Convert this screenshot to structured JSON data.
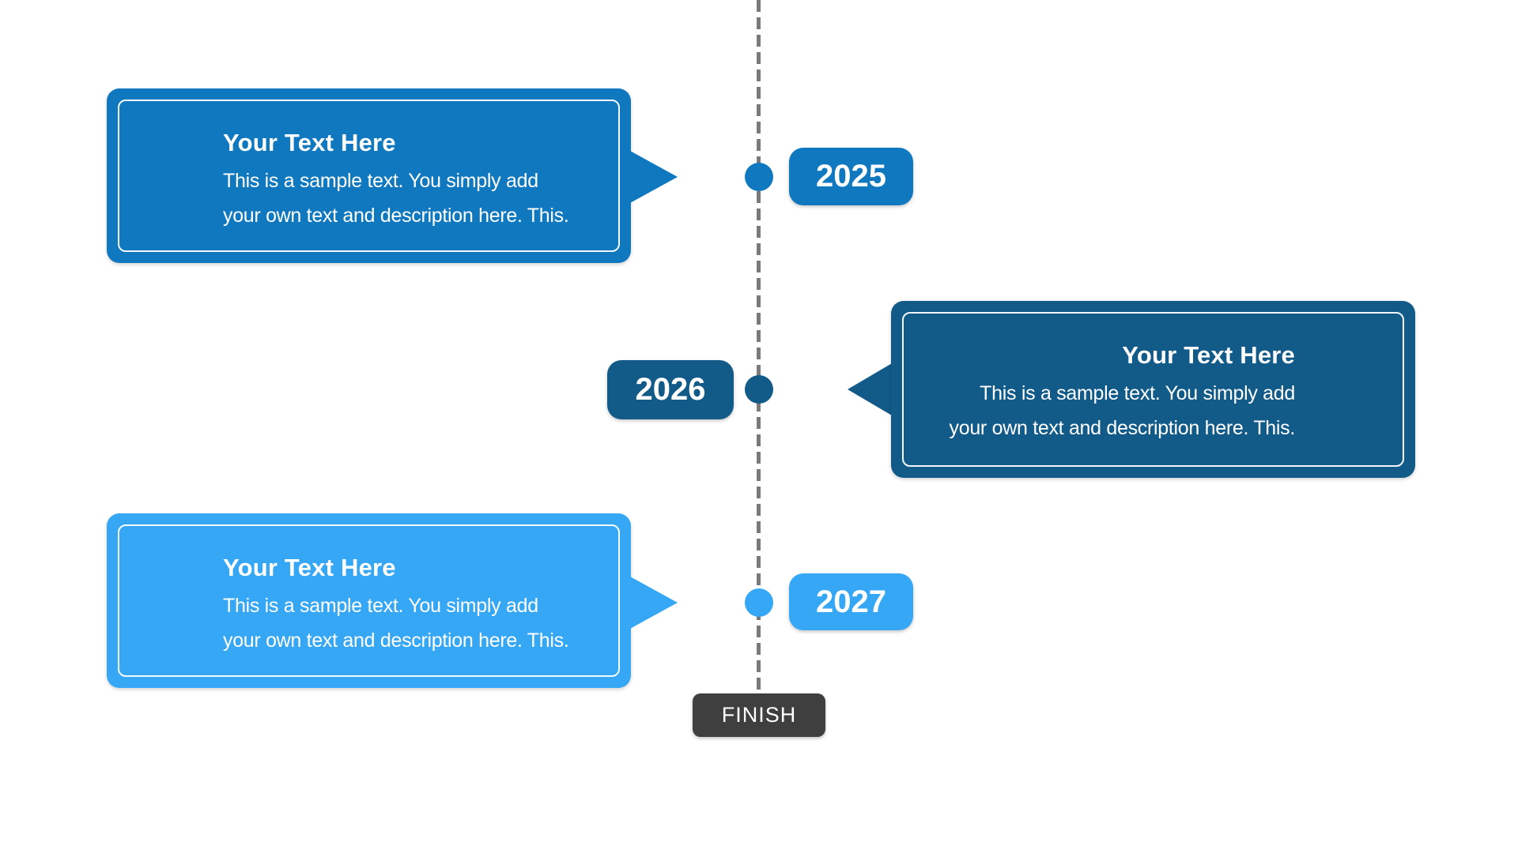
{
  "page": {
    "background_color": "#ffffff",
    "type": "timeline-infographic"
  },
  "timeline": {
    "line_color": "#7a7a7a",
    "finish": {
      "label": "FINISH",
      "color": "#3f3f3f"
    }
  },
  "entries": [
    {
      "year": "2025",
      "color": "#0f78be",
      "side": "left",
      "title": "Your Text Here",
      "body_line1": "This is a sample text. You simply add",
      "body_line2": "your own text and description here. This."
    },
    {
      "year": "2026",
      "color": "#125b89",
      "side": "right",
      "title": "Your Text Here",
      "body_line1": "This is a sample text. You simply add",
      "body_line2": "your own text and description here. This."
    },
    {
      "year": "2027",
      "color": "#36a7f5",
      "side": "left",
      "title": "Your Text Here",
      "body_line1": "This is a sample text. You simply add",
      "body_line2": "your own text and description here. This."
    }
  ]
}
